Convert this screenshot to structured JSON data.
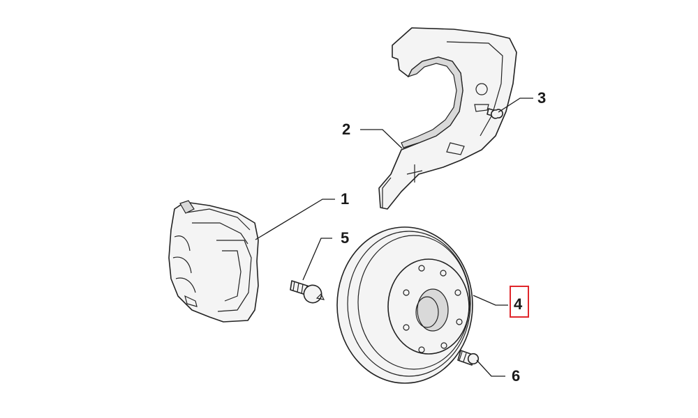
{
  "callouts": [
    {
      "id": "1",
      "label": "1"
    },
    {
      "id": "2",
      "label": "2"
    },
    {
      "id": "3",
      "label": "3"
    },
    {
      "id": "4",
      "label": "4",
      "highlighted": true
    },
    {
      "id": "5",
      "label": "5"
    },
    {
      "id": "6",
      "label": "6"
    }
  ],
  "colors": {
    "highlight": "#e0262b",
    "line": "#222222",
    "fill": "#f4f4f4",
    "shade": "#d9d9d9"
  },
  "parts": {
    "caliper": "brake-caliper",
    "shield": "brake-dust-shield",
    "screw_small": "shield-screw",
    "disc": "brake-disc",
    "bolt_caliper": "caliper-bolt",
    "disc_screw": "disc-screw"
  }
}
